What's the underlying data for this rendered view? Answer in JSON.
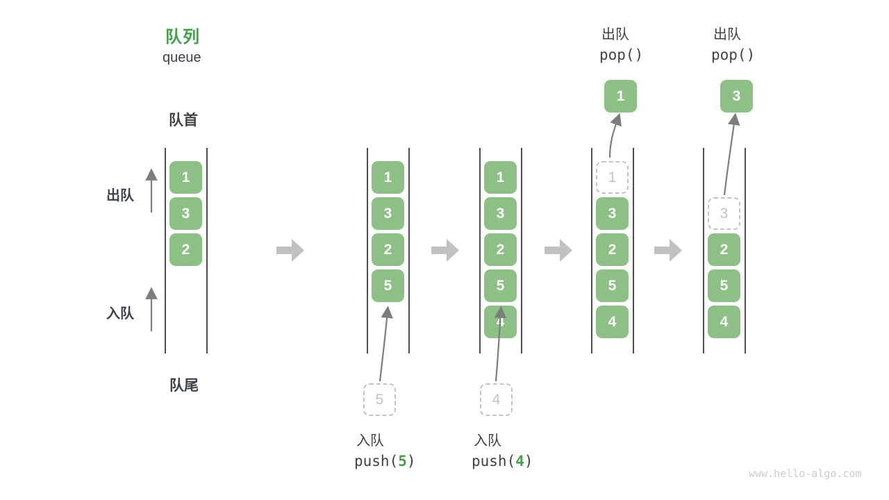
{
  "title": {
    "zh": "队列",
    "en": "queue"
  },
  "side": {
    "front": "队首",
    "rear": "队尾",
    "dequeue": "出队",
    "enqueue": "入队"
  },
  "colors": {
    "box_green": "#8cc084",
    "accent_green": "#41a049",
    "text_dark": "#3d4248",
    "ghost_gray": "#c3c3c3",
    "stage_arrow_gray": "#c1c1c1",
    "thin_arrow_gray": "#7d7d7d"
  },
  "stages": [
    {
      "cells": [
        "1",
        "3",
        "2"
      ]
    },
    {
      "cells": [
        "1",
        "3",
        "2",
        "5"
      ],
      "ghost": "5",
      "op": {
        "label": "入队",
        "fn": "push(",
        "arg": "5",
        "close": ")"
      }
    },
    {
      "cells": [
        "1",
        "3",
        "2",
        "5",
        "4"
      ],
      "ghost": "4",
      "op": {
        "label": "入队",
        "fn": "push(",
        "arg": "4",
        "close": ")"
      }
    },
    {
      "cells": [
        "3",
        "2",
        "5",
        "4"
      ],
      "ghost": "1",
      "popped": "1",
      "op": {
        "label": "出队",
        "fn": "pop()"
      }
    },
    {
      "cells": [
        "2",
        "5",
        "4"
      ],
      "ghost": "3",
      "popped": "3",
      "op": {
        "label": "出队",
        "fn": "pop()"
      }
    }
  ],
  "watermark": "www.hello-algo.com"
}
